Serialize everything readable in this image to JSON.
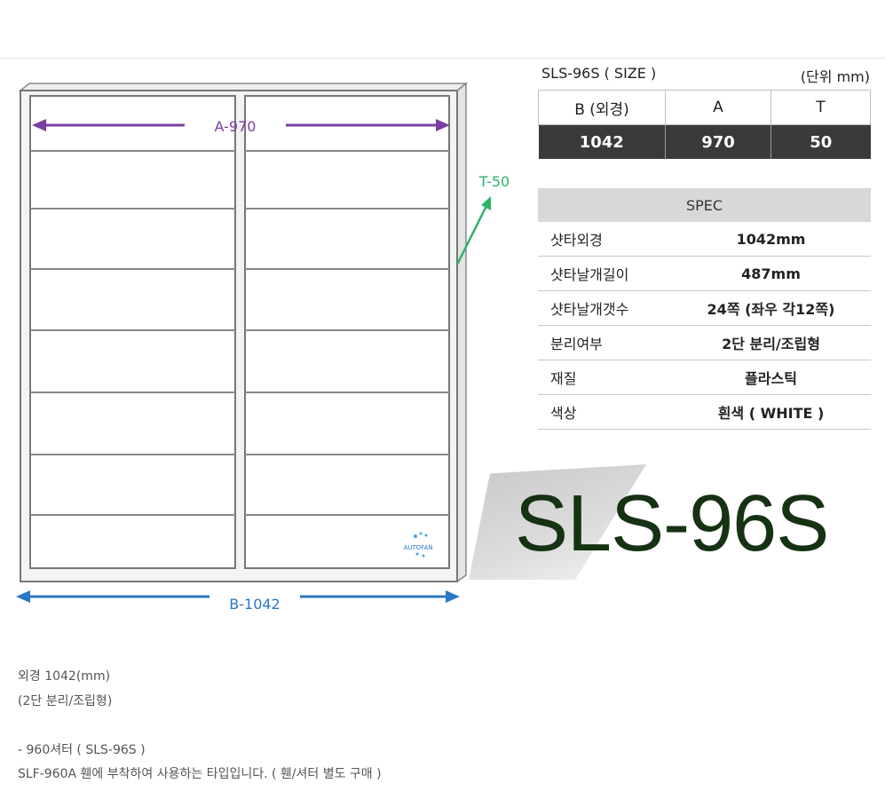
{
  "diagram": {
    "width_label": "A-970",
    "thickness_label": "T-50",
    "outer_label": "B-1042",
    "logo_text": "AUTOFAN"
  },
  "size_table": {
    "title": "SLS-96S ( SIZE )",
    "unit": "(단위 mm)",
    "headers": [
      "B (외경)",
      "A",
      "T"
    ],
    "values": [
      "1042",
      "970",
      "50"
    ]
  },
  "spec_table": {
    "header": "SPEC",
    "rows": [
      {
        "key": "샷타외경",
        "value": "1042mm"
      },
      {
        "key": "샷타날개길이",
        "value": "487mm"
      },
      {
        "key": "샷타날개갯수",
        "value": "24쪽 (좌우 각12쪽)"
      },
      {
        "key": "분리여부",
        "value": "2단 분리/조립형"
      },
      {
        "key": "재질",
        "value": "플라스틱"
      },
      {
        "key": "색상",
        "value": "흰색 ( WHITE )"
      }
    ]
  },
  "big_title": "SLS-96S",
  "description": {
    "line1": "외경 1042(mm)",
    "line2": "(2단 분리/조립형)",
    "line3": "- 960셔터 ( SLS-96S )",
    "line4": "SLF-960A 휀에 부착하여 사용하는 타입입니다. ( 휀/셔터 별도 구매 )"
  },
  "colors": {
    "width_arrow": "#7a3fa0",
    "thickness_arrow": "#2bb36a",
    "outer_arrow": "#2a77c4",
    "title_green": "#153212"
  }
}
